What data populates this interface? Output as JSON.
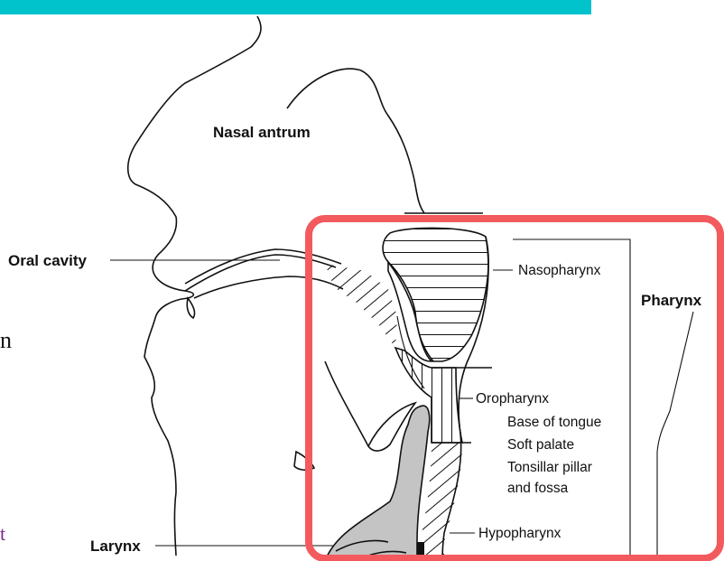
{
  "labels": {
    "nasal_antrum": "Nasal antrum",
    "oral_cavity": "Oral cavity",
    "larynx": "Larynx",
    "nasopharynx": "Nasopharynx",
    "pharynx": "Pharynx",
    "oropharynx": "Oropharynx",
    "base_of_tongue": "Base of tongue",
    "soft_palate": "Soft palate",
    "tonsillar_pillar": "Tonsillar pillar",
    "and_fossa": "and fossa",
    "hypopharynx": "Hypopharynx"
  },
  "colors": {
    "header_bar": "#00c3cb",
    "highlight_box": "#f25a5e",
    "tissue_fill": "#c4c4c4",
    "outline": "#111111"
  }
}
